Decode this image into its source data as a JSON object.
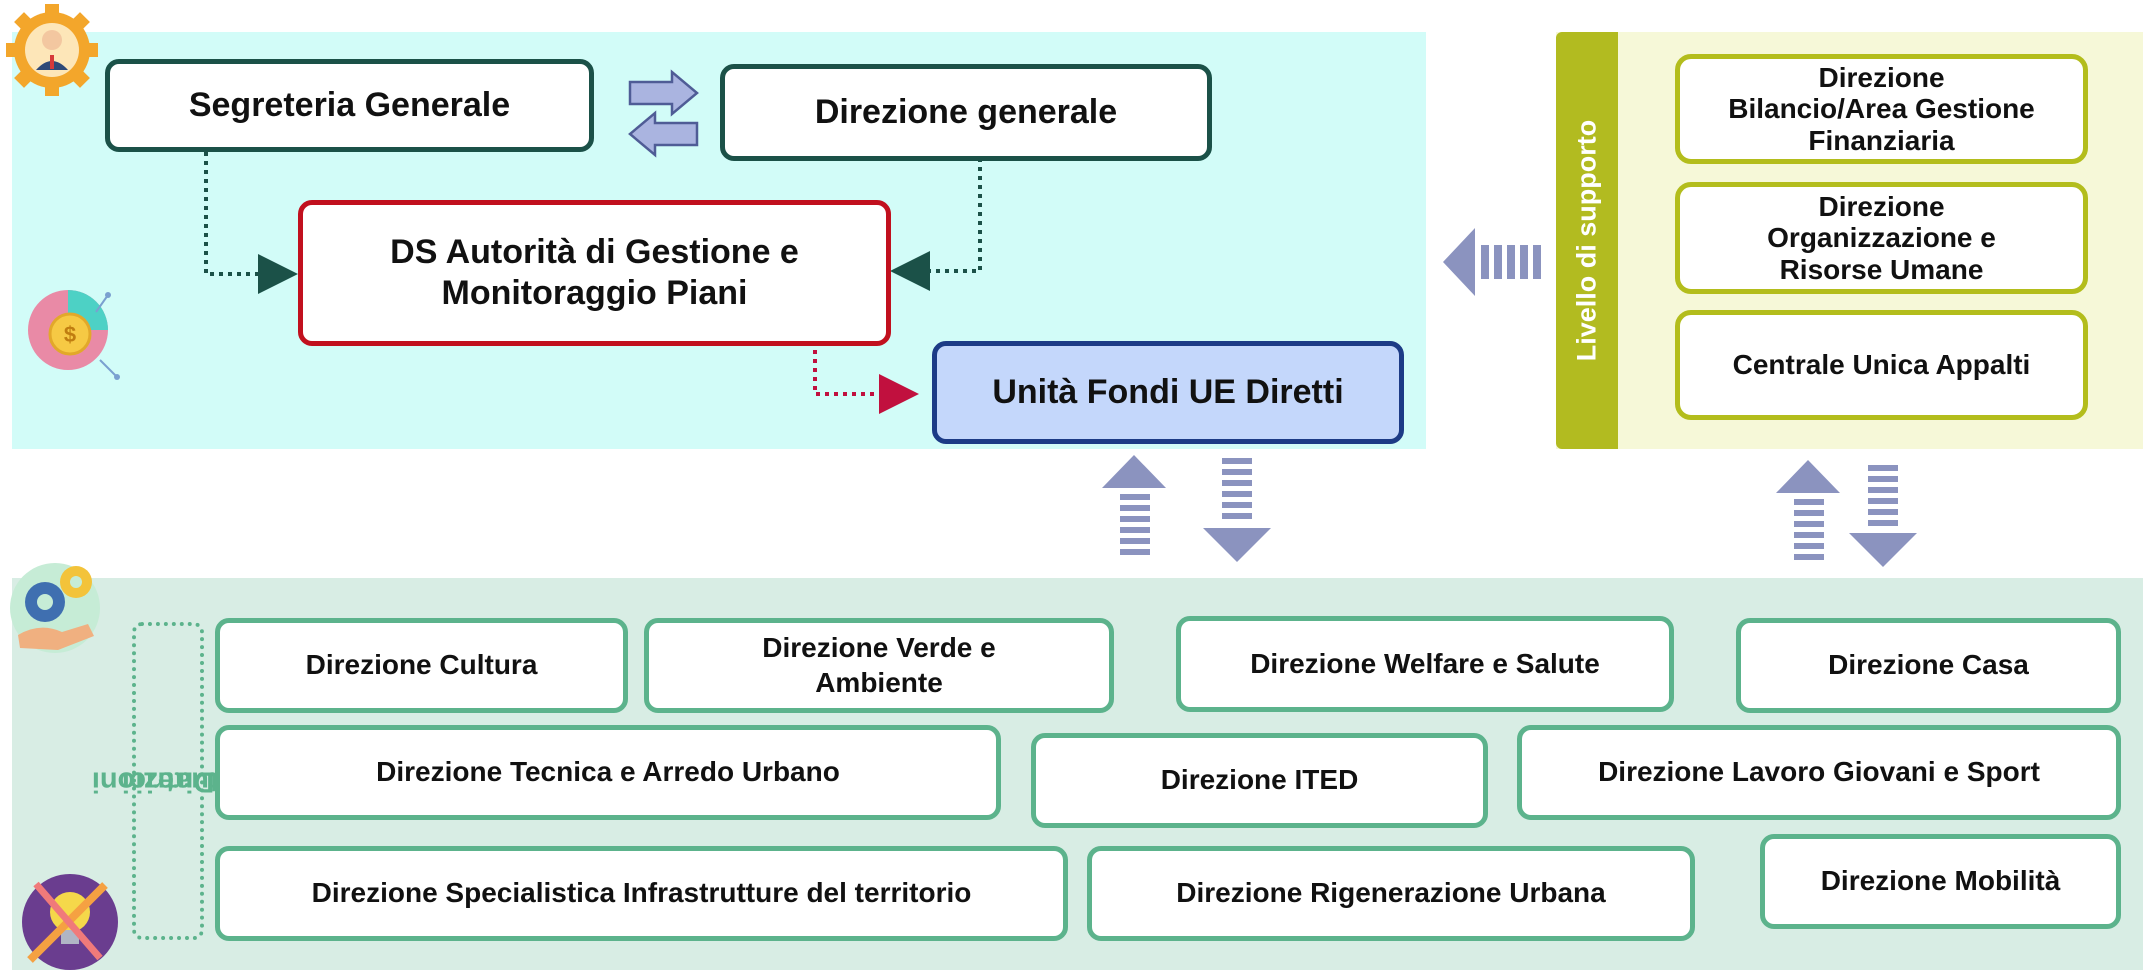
{
  "top_level": {
    "segreteria": "Segreteria Generale",
    "direzione_generale": "Direzione generale",
    "ds_autorita_line1": "DS Autorità di Gestione e",
    "ds_autorita_line2": "Monitoraggio Piani",
    "unita_fondi": "Unità Fondi UE Diretti"
  },
  "support": {
    "label": "Livello di supporto",
    "boxes": [
      [
        "Direzione",
        "Bilancio/Area Gestione",
        "Finanziaria"
      ],
      [
        "Direzione",
        "Organizzazione e",
        "Risorse Umane"
      ],
      [
        "Centrale Unica Appalti"
      ]
    ]
  },
  "attuatrici": {
    "label_line1": "Direzioni",
    "label_line2": "attuatrici",
    "boxes": {
      "cultura": "Direzione Cultura",
      "verde_line1": "Direzione Verde e",
      "verde_line2": "Ambiente",
      "welfare": "Direzione Welfare e Salute",
      "casa": "Direzione Casa",
      "tecnica": "Direzione Tecnica e Arredo Urbano",
      "ited": "Direzione ITED",
      "lavoro": "Direzione Lavoro Giovani e Sport",
      "specialistica": "Direzione Specialistica Infrastrutture del territorio",
      "rigenerazione": "Direzione Rigenerazione Urbana",
      "mobilita": "Direzione Mobilità"
    }
  },
  "colors": {
    "top_panel": "#d2fcf8",
    "support_panel": "#f6f8d8",
    "support_bar": "#b2bb20",
    "bottom_panel": "#d8ede4",
    "dark_border": "#1b5148",
    "red_border": "#c1101e",
    "blue_border": "#1c3b86",
    "blue_fill": "#c4d7fb",
    "olive_border": "#b3bd1c",
    "green_border": "#5cb38c",
    "arrow": "#8b93bf"
  },
  "icons": [
    "manager-gear-icon",
    "money-chart-icon",
    "gears-hand-icon",
    "lightbulb-pencil-icon"
  ]
}
